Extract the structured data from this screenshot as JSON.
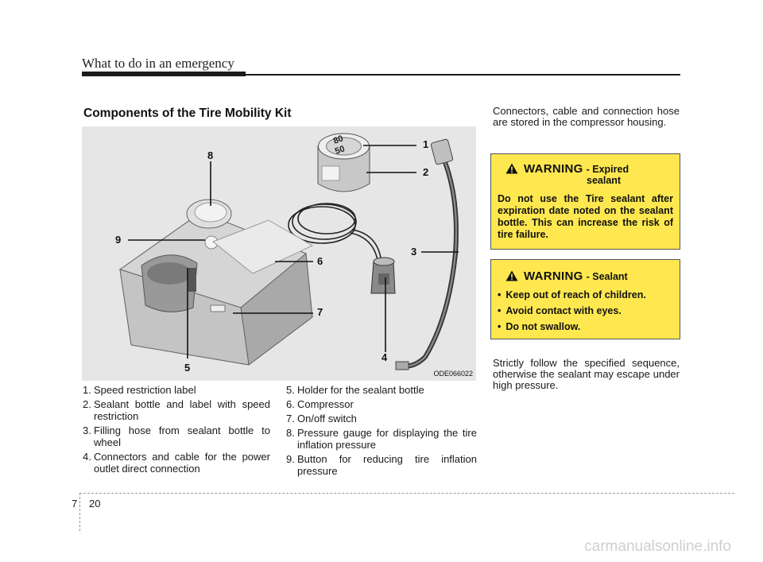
{
  "header": {
    "title": "What to do in an emergency"
  },
  "section": {
    "heading": "Components of the Tire Mobility Kit"
  },
  "figure": {
    "code": "ODE066022",
    "callouts": [
      "1",
      "2",
      "3",
      "4",
      "5",
      "6",
      "7",
      "8",
      "9"
    ],
    "gauge_marks": [
      "80",
      "50"
    ]
  },
  "legend": {
    "left": [
      {
        "num": "1.",
        "text": "Speed restriction label"
      },
      {
        "num": "2.",
        "text": "Sealant bottle and label with speed restriction"
      },
      {
        "num": "3.",
        "text": "Filling hose from sealant bottle to wheel"
      },
      {
        "num": "4.",
        "text": "Connectors and cable for the power outlet direct connection"
      }
    ],
    "right": [
      {
        "num": "5.",
        "text": "Holder for the sealant bottle"
      },
      {
        "num": "6.",
        "text": "Compressor"
      },
      {
        "num": "7.",
        "text": "On/off switch"
      },
      {
        "num": "8.",
        "text": "Pressure gauge for displaying the tire inflation pressure"
      },
      {
        "num": "9.",
        "text": "Button for reducing tire inflation pressure"
      }
    ]
  },
  "right_column": {
    "intro": "Connectors, cable and connection hose are stored in the compressor housing.",
    "warning1": {
      "word": "WARNING",
      "sub": "- Expired",
      "sub2": "sealant",
      "body": "Do not use the Tire sealant after expiration date noted on the sealant bottle. This can increase the risk of tire failure."
    },
    "warning2": {
      "word": "WARNING",
      "sub": "- Sealant",
      "items": [
        "Keep out of reach of children.",
        "Avoid contact with eyes.",
        "Do not swallow."
      ]
    },
    "outro": "Strictly follow the specified sequence, otherwise the sealant may escape under high pressure."
  },
  "footer": {
    "chapter": "7",
    "page": "20"
  },
  "watermark": "carmanualsonline.info",
  "colors": {
    "warning_bg": "#ffe84f",
    "figure_bg": "#e6e6e6"
  }
}
